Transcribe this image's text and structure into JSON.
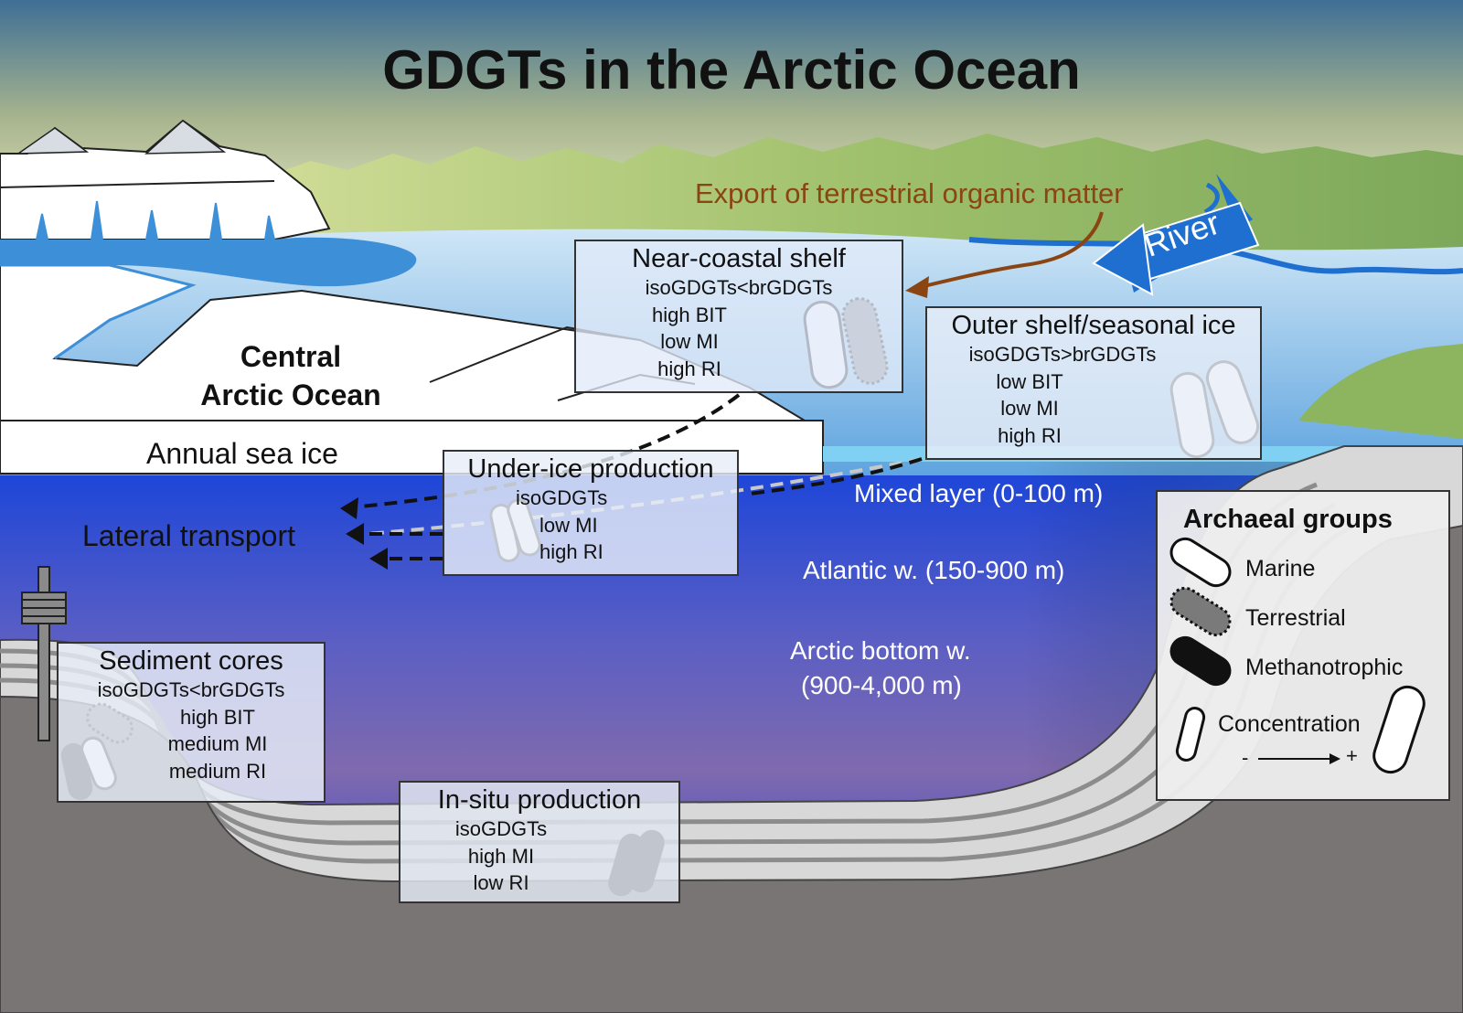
{
  "title": "GDGTs in the Arctic Ocean",
  "export_label": "Export of terrestrial organic matter",
  "river_label": "River",
  "central_label": [
    "Central",
    "Arctic Ocean"
  ],
  "annual_sea_ice": "Annual sea ice",
  "lateral_transport": "Lateral transport",
  "water_layers": {
    "mixed": "Mixed layer (0-100 m)",
    "atlantic": "Atlantic w. (150-900 m)",
    "bottom": [
      "Arctic bottom w.",
      "(900-4,000 m)"
    ]
  },
  "boxes": {
    "near_coastal": {
      "title": "Near-coastal shelf",
      "lines": [
        "isoGDGTs<brGDGTs",
        "high BIT",
        "low MI",
        "high RI"
      ]
    },
    "outer_shelf": {
      "title": "Outer shelf/seasonal ice",
      "lines": [
        "isoGDGTs>brGDGTs",
        "low BIT",
        "low MI",
        "high RI"
      ]
    },
    "under_ice": {
      "title": "Under-ice production",
      "lines": [
        "isoGDGTs",
        "low MI",
        "high RI"
      ]
    },
    "sediment": {
      "title": "Sediment cores",
      "lines": [
        "isoGDGTs<brGDGTs",
        "high BIT",
        "medium MI",
        "medium RI"
      ]
    },
    "in_situ": {
      "title": "In-situ production",
      "lines": [
        "isoGDGTs",
        "high MI",
        "low RI"
      ]
    }
  },
  "legend": {
    "title": "Archaeal groups",
    "items": [
      "Marine",
      "Terrestrial",
      "Methanotrophic"
    ],
    "concentration": "Concentration",
    "minus": "-",
    "plus": "+"
  },
  "colors": {
    "terrestrial_arrow": "#8b4513",
    "river": "#1f6fd1",
    "marine_fill": "#ffffff",
    "terrestrial_fill": "#7a7a7a",
    "methanotrophic_fill": "#111111"
  }
}
